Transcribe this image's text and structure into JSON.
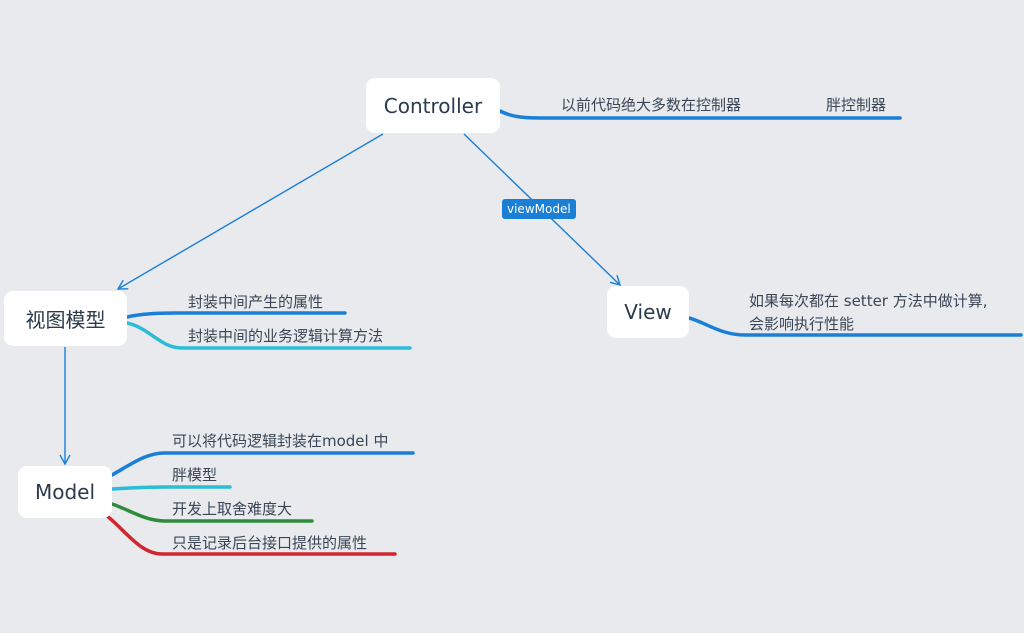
{
  "nodes": {
    "controller": "Controller",
    "viewmodel": "视图模型",
    "view": "View",
    "model": "Model"
  },
  "edge_labels": {
    "viewmodel": "viewModel"
  },
  "branches": {
    "controller": [
      "以前代码绝大多数在控制器",
      "胖控制器"
    ],
    "viewmodel": [
      "封装中间产生的属性",
      "封装中间的业务逻辑计算方法"
    ],
    "view": [
      "如果每次都在 setter 方法中做计算,",
      "会影响执行性能"
    ],
    "model": [
      "可以将代码逻辑封装在model 中",
      "胖模型",
      "开发上取舍难度大",
      "只是记录后台接口提供的属性"
    ]
  },
  "colors": {
    "background": "#e8eaed",
    "node_fill": "#ffffff",
    "connector": "#1a7fd6",
    "branch_blue": "#1a7fd6",
    "branch_cyan": "#2bbcd6",
    "branch_green": "#2e8b3c",
    "branch_red": "#d1262f",
    "tag_fill": "#1a7fd6"
  }
}
